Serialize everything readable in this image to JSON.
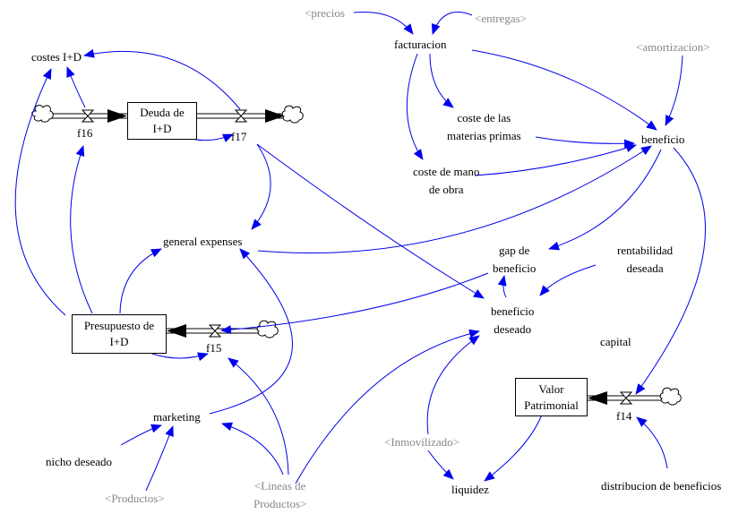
{
  "stocks": {
    "deuda": "Deuda de\nI+D",
    "presupuesto": "Presupuesto de\nI+D",
    "valor": "Valor\nPatrimonial"
  },
  "flows": {
    "f16": "f16",
    "f17": "f17",
    "f15": "f15",
    "f14": "f14"
  },
  "variables": {
    "costes": "costes I+D",
    "facturacion": "facturacion",
    "coste_materias": "coste de las\nmaterias primas",
    "coste_mano": "coste de mano\nde obra",
    "beneficio": "beneficio",
    "general_expenses": "general expenses",
    "gap": "gap de\nbeneficio",
    "rentabilidad": "rentabilidad\ndeseada",
    "beneficio_deseado": "beneficio\ndeseado",
    "capital": "capital",
    "marketing": "marketing",
    "nicho": "nicho deseado",
    "liquidez": "liquidez",
    "distribucion": "distribucion de beneficios"
  },
  "shadows": {
    "precios": "<precios",
    "entregas": "<entregas>",
    "amortizacion": "<amortizacion>",
    "inmovilizado": "<Inmovilizado>",
    "productos": "<Productos>",
    "lineas": "<Lineas de\nProductos>"
  },
  "colors": {
    "link": "#0000ee",
    "shadow_text": "#888888",
    "flow": "#000000"
  }
}
